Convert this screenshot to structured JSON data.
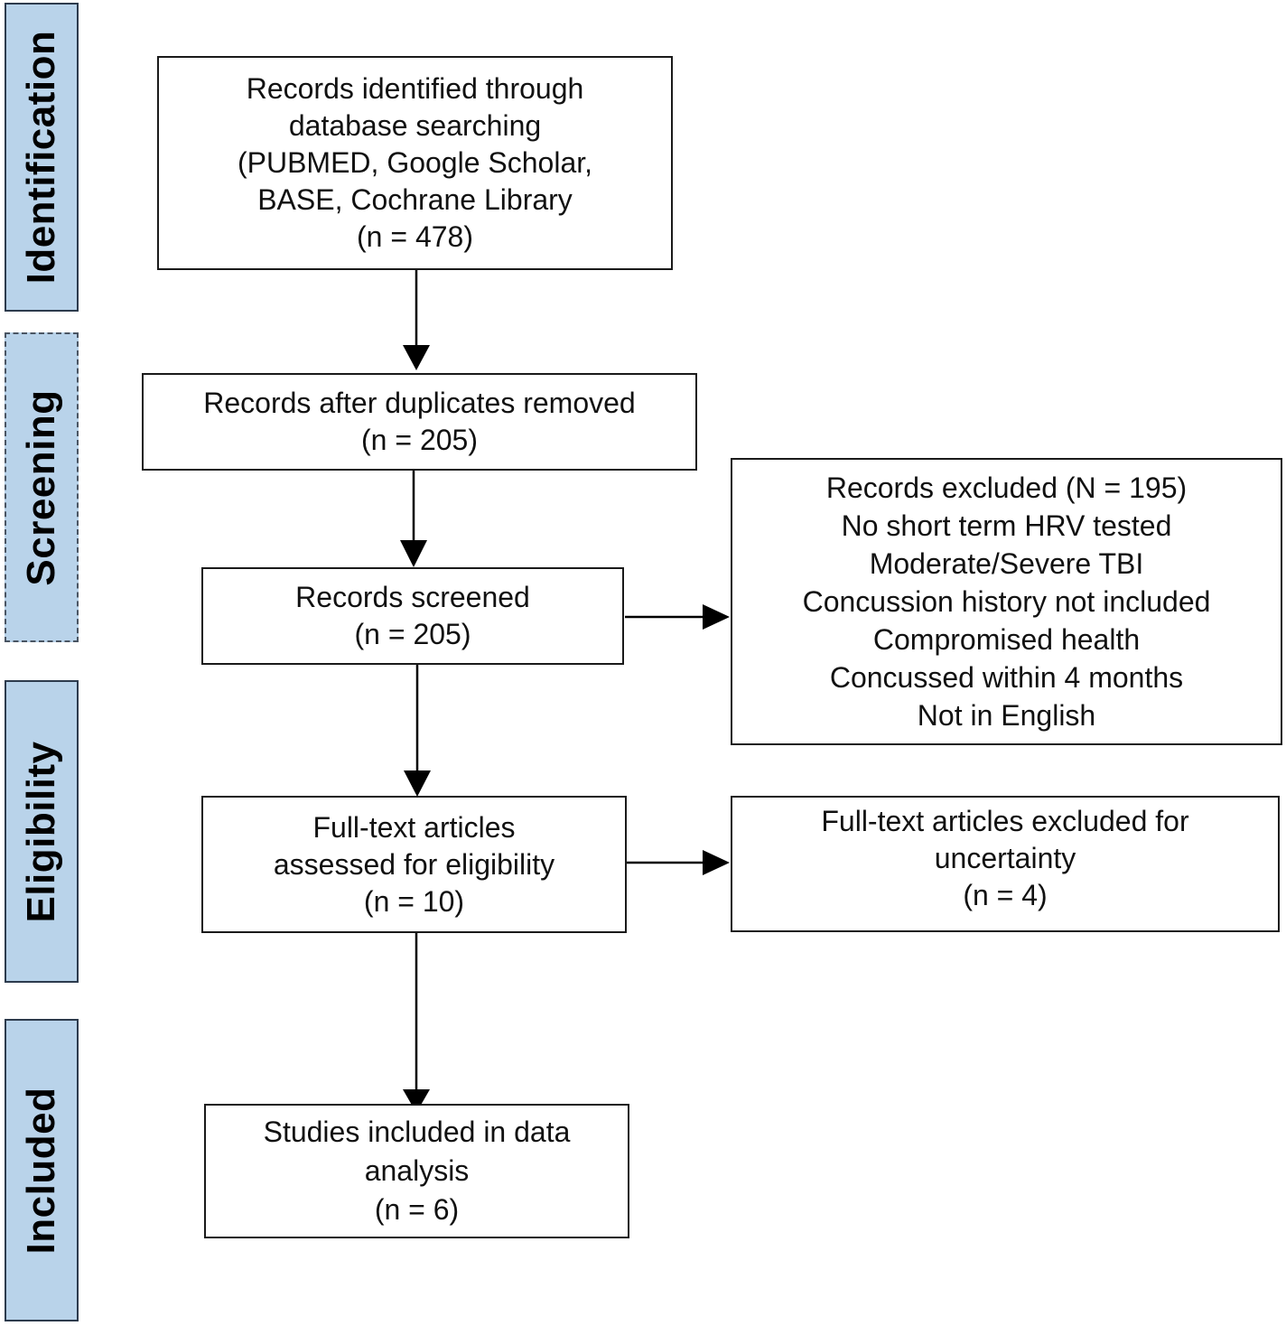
{
  "stages": [
    {
      "id": "identification",
      "label": "Identification"
    },
    {
      "id": "screening",
      "label": "Screening"
    },
    {
      "id": "eligibility",
      "label": "Eligibility"
    },
    {
      "id": "included",
      "label": "Included"
    }
  ],
  "boxes": {
    "identified": {
      "lines": [
        "Records identified through",
        "database searching",
        "(PUBMED, Google Scholar,",
        "BASE, Cochrane Library",
        "(n = 478)"
      ]
    },
    "after_duplicates": {
      "lines": [
        "Records after duplicates removed",
        "(n = 205)"
      ]
    },
    "screened": {
      "lines": [
        "Records screened",
        "(n = 205)"
      ]
    },
    "excluded": {
      "lines": [
        "Records excluded (N = 195)",
        "No short term HRV tested",
        "Moderate/Severe TBI",
        "Concussion history not included",
        "Compromised health",
        "Concussed within 4 months",
        "Not in English"
      ]
    },
    "fulltext_assessed": {
      "lines": [
        "Full-text articles",
        "assessed for eligibility",
        "(n = 10)"
      ]
    },
    "fulltext_excluded": {
      "lines": [
        "Full-text articles excluded for",
        "uncertainty",
        "(n = 4)"
      ]
    },
    "included": {
      "lines": [
        "Studies included in data",
        "analysis",
        "(n = 6)"
      ]
    }
  },
  "colors": {
    "stage_fill": "#b9d3ea",
    "stage_border": "#2d3b4d",
    "box_border": "#1a1a1a",
    "arrow": "#000000"
  }
}
